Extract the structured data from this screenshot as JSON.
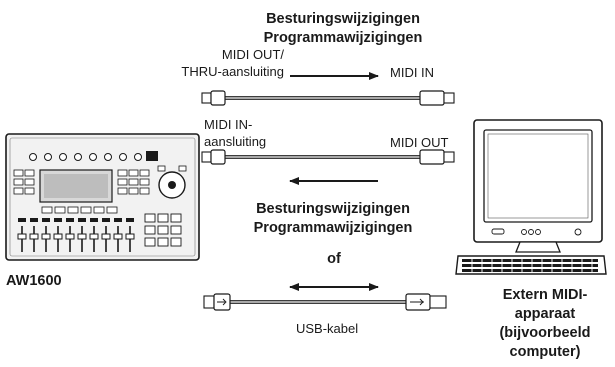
{
  "top": {
    "heading": "Besturingswijzigingen\nProgrammawijzigingen",
    "left_port": "MIDI OUT/\nTHRU-aansluiting",
    "right_port": "MIDI IN"
  },
  "middle": {
    "left_port": "MIDI IN-\naansluiting",
    "right_port": "MIDI OUT",
    "heading": "Besturingswijzigingen\nProgrammawijzigingen"
  },
  "or_text": "of",
  "usb_cable": "USB-kabel",
  "device_left": "AW1600",
  "device_right": "Extern MIDI-\napparaat\n(bijvoorbeeld\ncomputer)",
  "colors": {
    "ink": "#1a1a1a",
    "cable": "#a9a9a9",
    "paper": "#ffffff"
  }
}
